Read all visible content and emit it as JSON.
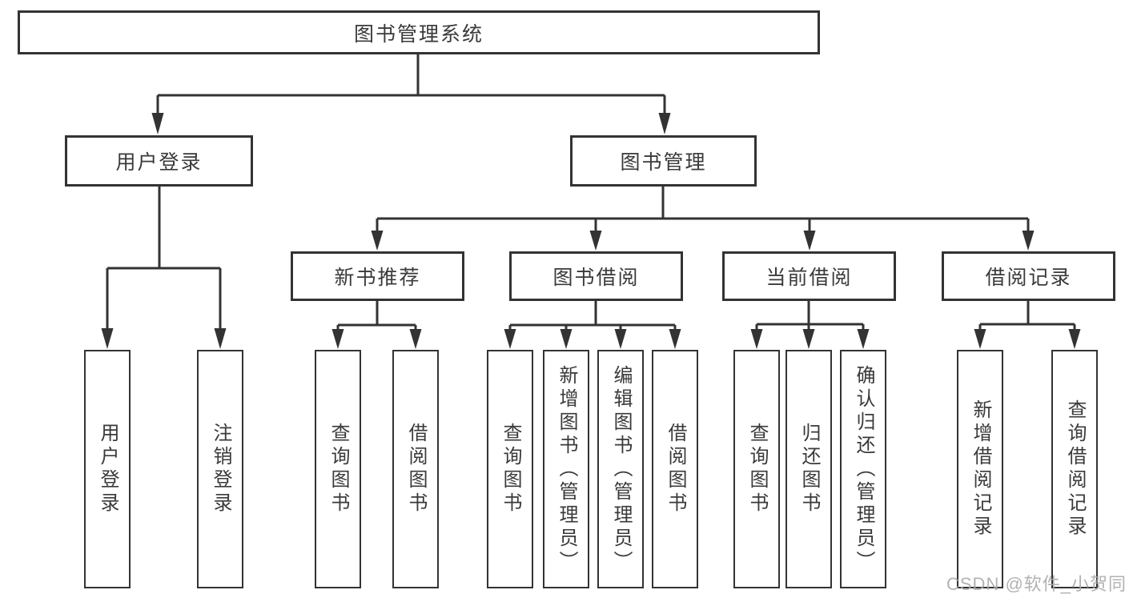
{
  "diagram": {
    "title": "图书管理系统",
    "root": {
      "label": "图书管理系统"
    },
    "level2": [
      {
        "id": "user-login",
        "label": "用户登录"
      },
      {
        "id": "book-management",
        "label": "图书管理"
      }
    ],
    "level3": [
      {
        "id": "new-book-recommend",
        "label": "新书推荐",
        "parent": "图书管理"
      },
      {
        "id": "book-borrow",
        "label": "图书借阅",
        "parent": "图书管理"
      },
      {
        "id": "current-borrow",
        "label": "当前借阅",
        "parent": "图书管理"
      },
      {
        "id": "borrow-records",
        "label": "借阅记录",
        "parent": "图书管理"
      }
    ],
    "leaves": {
      "user_login": [
        "用户登录",
        "注销登录"
      ],
      "new_book_recommend": [
        "查询图书",
        "借阅图书"
      ],
      "book_borrow": [
        "查询图书",
        "新增图书（管理员）",
        "编辑图书（管理员）",
        "借阅图书"
      ],
      "current_borrow": [
        "查询图书",
        "归还图书",
        "确认归还（管理员）"
      ],
      "borrow_records": [
        "新增借阅记录",
        "查询借阅记录"
      ]
    }
  },
  "watermark": "CSDN @软件_小贺同学",
  "colors": {
    "line": "#333333",
    "box_border": "#333333",
    "text": "#3a3a3a",
    "watermark": "#aaaaaa",
    "background": "#ffffff"
  }
}
